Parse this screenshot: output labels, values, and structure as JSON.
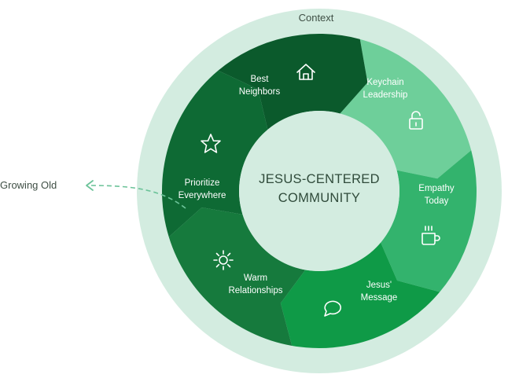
{
  "context_label": "Context",
  "center": {
    "line1": "JESUS-CENTERED",
    "line2": "COMMUNITY"
  },
  "outside_label": "Growing Old",
  "colors": {
    "outer_ring": "#d3ece0",
    "inner_circle": "#d3ece0",
    "best_neighbors": "#0b5a2c",
    "keychain_leadership": "#6ecf9a",
    "empathy_today": "#33b36d",
    "jesus_message": "#0f9a47",
    "warm_relationships": "#167a3d",
    "prioritize_everywhere": "#0e6a34",
    "arrow": "#6cc399"
  },
  "segments": [
    {
      "id": "best-neighbors",
      "line1": "Best",
      "line2": "Neighbors",
      "icon": "house-icon"
    },
    {
      "id": "keychain-leadership",
      "line1": "Keychain",
      "line2": "Leadership",
      "icon": "lock-icon"
    },
    {
      "id": "empathy-today",
      "line1": "Empathy",
      "line2": "Today",
      "icon": "mug-icon"
    },
    {
      "id": "jesus-message",
      "line1": "Jesus'",
      "line2": "Message",
      "icon": "speech-bubble-icon"
    },
    {
      "id": "warm-relationships",
      "line1": "Warm",
      "line2": "Relationships",
      "icon": "sun-icon"
    },
    {
      "id": "prioritize-everywhere",
      "line1": "Prioritize",
      "line2": "Everywhere",
      "icon": "star-icon"
    }
  ]
}
